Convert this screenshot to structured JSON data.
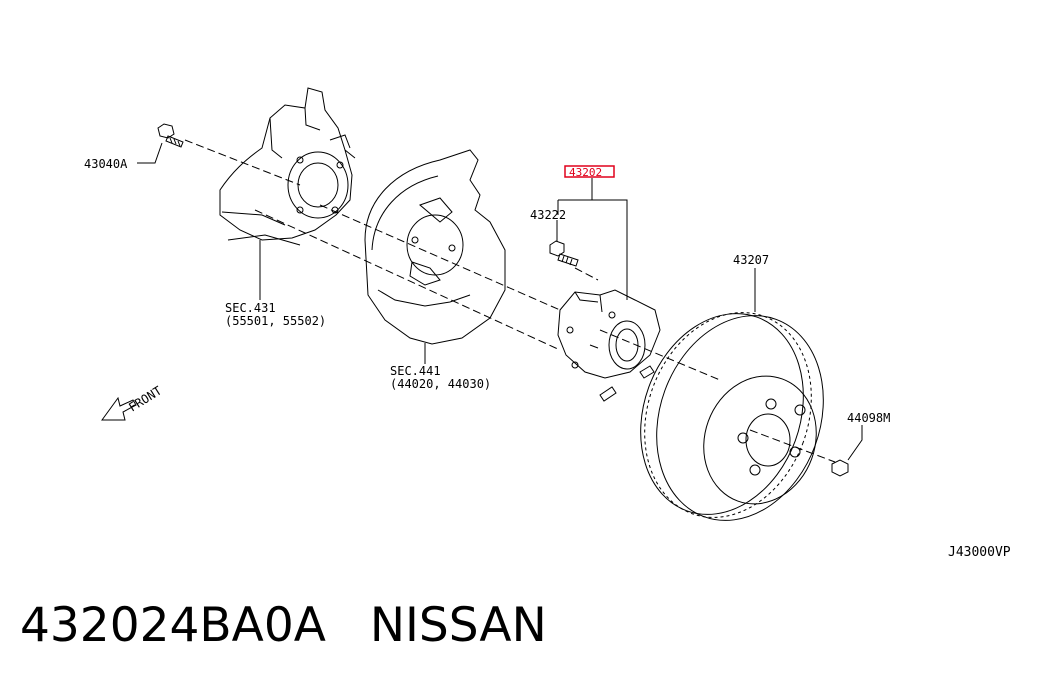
{
  "labels": {
    "bolt": "43040A",
    "knuckle_sec": "SEC.431",
    "knuckle_parts": "(55501, 55502)",
    "backplate_sec": "SEC.441",
    "backplate_parts": "(44020, 44030)",
    "front": "FRONT",
    "hub_assembly": "43202",
    "hub_bolt": "43222",
    "rotor": "43207",
    "rotor_screw": "44098M",
    "diagram_code": "J43000VP"
  },
  "caption": {
    "part_number": "432024BA0A",
    "brand": "NISSAN"
  },
  "colors": {
    "line": "#000000",
    "highlight": "#e0001b"
  }
}
